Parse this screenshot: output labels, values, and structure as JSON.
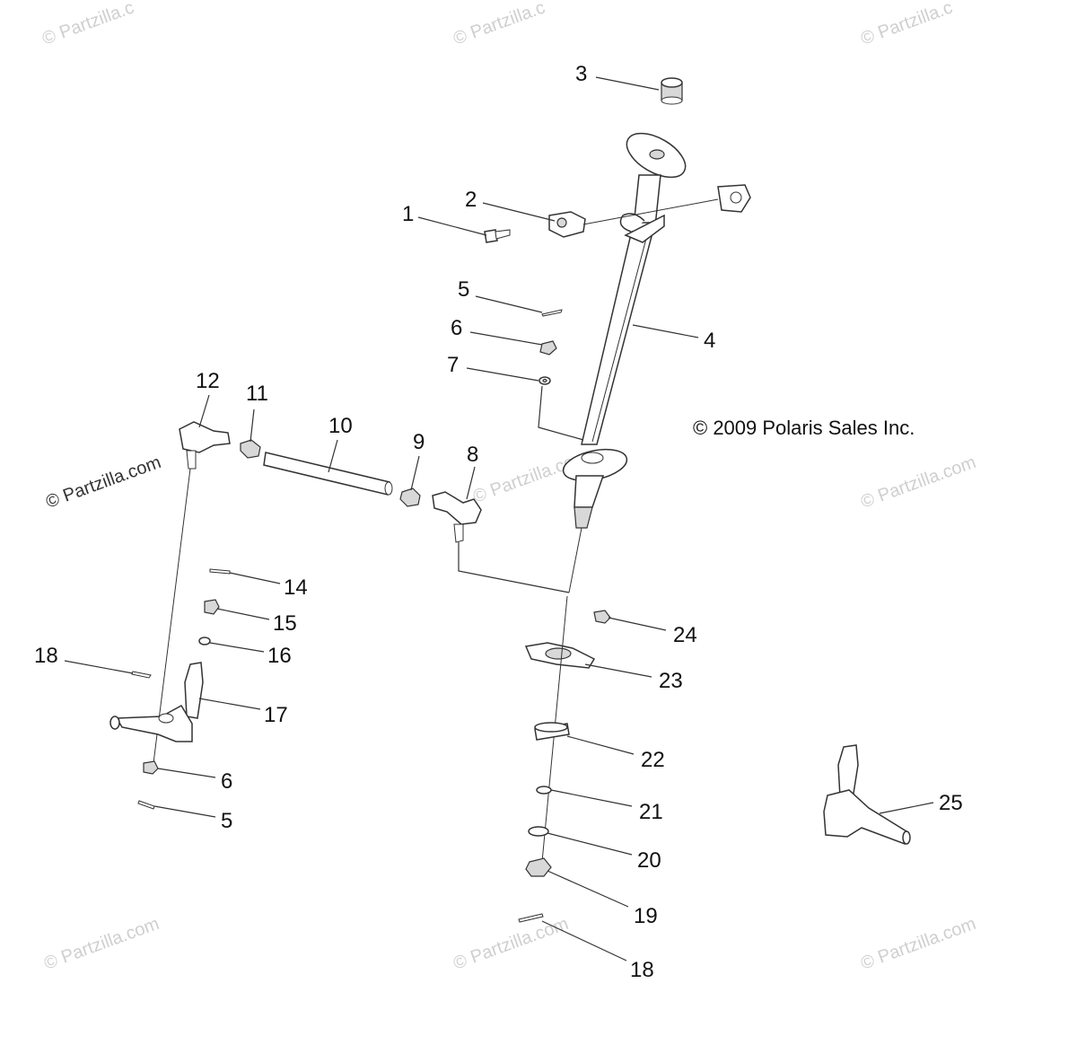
{
  "copyright": "© 2009 Polaris Sales Inc.",
  "watermark": "© Partzilla.com",
  "watermark_partial": "© Partzilla.c",
  "callouts": {
    "c1": "1",
    "c2": "2",
    "c3": "3",
    "c4": "4",
    "c5a": "5",
    "c5b": "5",
    "c6a": "6",
    "c6b": "6",
    "c7": "7",
    "c8": "8",
    "c9": "9",
    "c10": "10",
    "c11": "11",
    "c12": "12",
    "c14": "14",
    "c15": "15",
    "c16": "16",
    "c17": "17",
    "c18a": "18",
    "c18b": "18",
    "c19": "19",
    "c20": "20",
    "c21": "21",
    "c22": "22",
    "c23": "23",
    "c24": "24",
    "c25": "25"
  }
}
